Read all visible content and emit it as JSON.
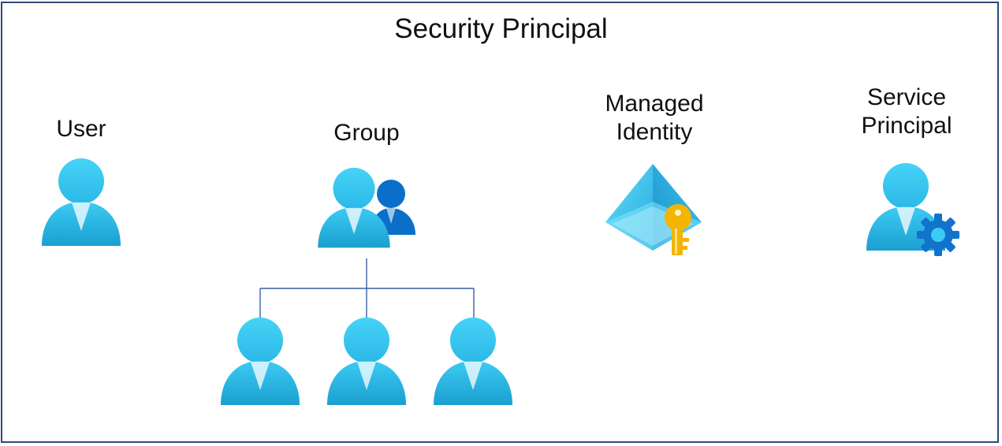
{
  "title": "Security Principal",
  "nodes": {
    "user": {
      "label": "User"
    },
    "group": {
      "label": "Group"
    },
    "managed_identity": {
      "line1": "Managed",
      "line2": "Identity"
    },
    "service_principal": {
      "line1": "Service",
      "line2": "Principal"
    }
  },
  "icons": [
    "user-icon",
    "group-icon",
    "managed-identity-icon",
    "service-principal-icon",
    "member-user-icon"
  ],
  "colors": {
    "border": "#2f4a7a",
    "person_top": "#3ccbf4",
    "person_bottom": "#1b9fcf",
    "group_secondary": "#0a6fc9",
    "gear": "#1173cc",
    "key": "#f5b400",
    "pyramid": "#2ab9e8",
    "connector": "#3a5fa6"
  }
}
